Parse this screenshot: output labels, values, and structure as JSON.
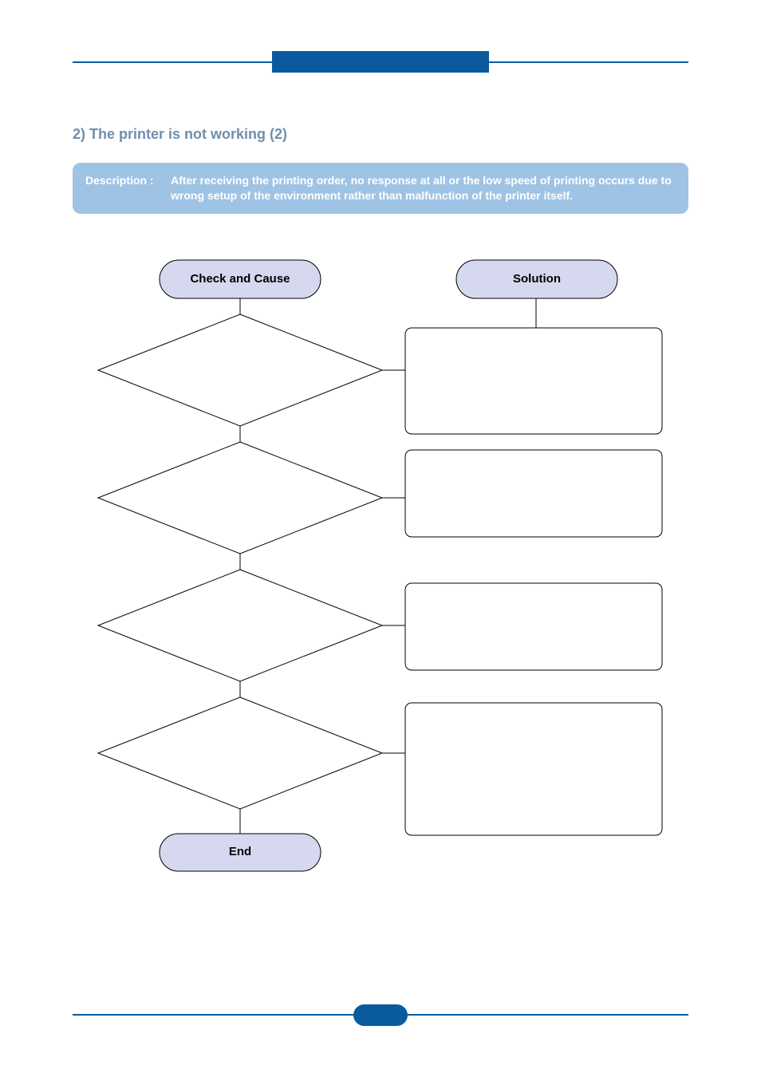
{
  "section": {
    "title": "2) The printer is not working (2)"
  },
  "description": {
    "label": "Description :",
    "text": "After receiving the printing order, no response at all or the low speed of printing occurs due to wrong setup of the environment rather than malfunction of the printer itself."
  },
  "flowchart": {
    "check_header": "Check and Cause",
    "solution_header": "Solution",
    "end_label": "End",
    "terminal_fill": "#d5d8ee",
    "steps": [
      {
        "check": "",
        "solution": ""
      },
      {
        "check": "",
        "solution": ""
      },
      {
        "check": "",
        "solution": ""
      },
      {
        "check": "",
        "solution": ""
      }
    ]
  },
  "colors": {
    "brand_blue": "#0a5b9e",
    "title_text": "#6f8faf",
    "description_bg": "#9fc3e4"
  }
}
